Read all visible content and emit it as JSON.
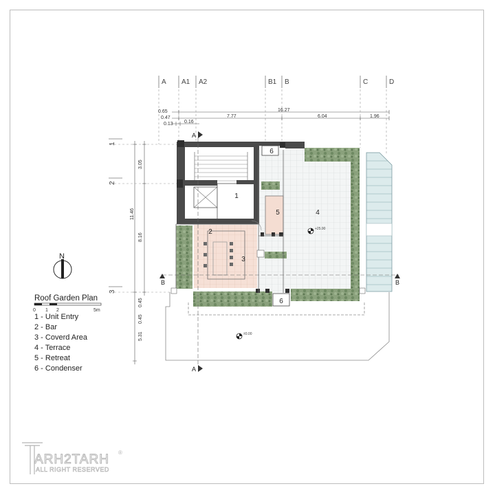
{
  "grid_top": [
    "A",
    "A1",
    "A2",
    "B1",
    "B",
    "C",
    "D"
  ],
  "grid_left": [
    "1",
    "2",
    "3"
  ],
  "dims_top": [
    "0.65",
    "16.27",
    "0.47",
    "7.77",
    "6.04",
    "1.96",
    "0.16",
    "0.13"
  ],
  "dims_left": [
    "3.05",
    "11.46",
    "8.16",
    "0.45",
    "0.45",
    "5.31"
  ],
  "room_numbers": [
    "1",
    "2",
    "3",
    "4",
    "5",
    "6",
    "6"
  ],
  "levels": {
    "terrace": "+25.90",
    "ground": "±0.00"
  },
  "section_marks": {
    "a": "A",
    "b": "B"
  },
  "north": "N",
  "legend": {
    "title": "Roof Garden Plan",
    "scale_ticks": [
      "0",
      "1",
      "2",
      "5m"
    ],
    "items": [
      "1 - Unit Entry",
      "2 - Bar",
      "3 - Coverd Area",
      "4 - Terrace",
      "5 - Retreat",
      "6 - Condenser"
    ]
  },
  "logo": {
    "name": "ARH2TARH",
    "tagline": "ALL RIGHT RESERVED",
    "mark": "®"
  },
  "colors": {
    "wall": "#4a4a4a",
    "planting": "#7e9a72",
    "terrace_tile": "#f1f3f3",
    "covered": "#f4ddd2",
    "glass": "#d6e8ea"
  }
}
